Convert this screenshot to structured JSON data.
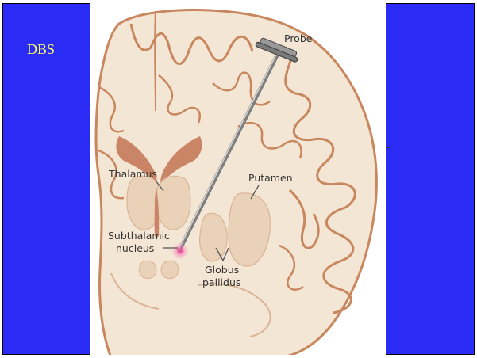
{
  "slide": {
    "title": "DBS",
    "background_color": "#2b2bf6",
    "title_color": "#ffff66"
  },
  "figure": {
    "labels": {
      "probe": "Probe",
      "thalamus": "Thalamus",
      "putamen": "Putamen",
      "subthalamic_line1": "Subthalamic",
      "subthalamic_line2": "nucleus",
      "globus_line1": "Globus",
      "globus_line2": "pallidus"
    },
    "colors": {
      "tissue": "#f4e6d4",
      "tissue_dark": "#ead2b8",
      "cortex_outline": "#c8875e",
      "ventricle": "#c98565",
      "probe": "#8f8f8f",
      "target": "#e05a9a"
    }
  }
}
